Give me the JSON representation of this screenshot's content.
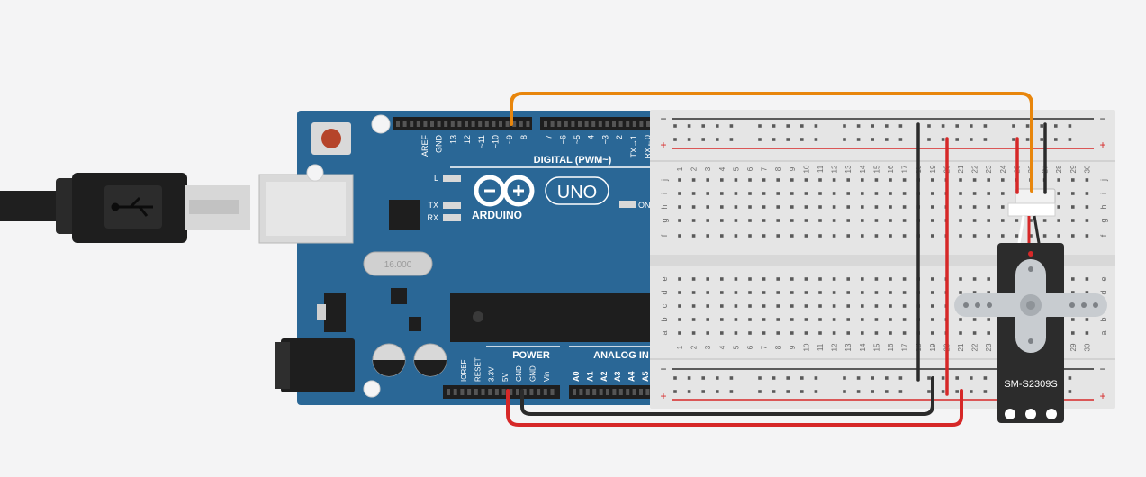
{
  "arduino": {
    "brand": "ARDUINO",
    "model": "UNO",
    "digital_label": "DIGITAL (PWM~)",
    "digital_pins": [
      "AREF",
      "GND",
      "13",
      "12",
      "~11",
      "~10",
      "~9",
      "8",
      "7",
      "~6",
      "~5",
      "4",
      "~3",
      "2",
      "TX→1",
      "RX←0"
    ],
    "power_label": "POWER",
    "power_pins": [
      "IOREF",
      "RESET",
      "3.3V",
      "5V",
      "GND",
      "GND",
      "Vin"
    ],
    "analog_label": "ANALOG IN",
    "analog_pins": [
      "A0",
      "A1",
      "A2",
      "A3",
      "A4",
      "A5"
    ],
    "leds": [
      "L",
      "TX",
      "RX"
    ],
    "on_label": "ON",
    "crystal_label": "16.000"
  },
  "breadboard": {
    "rows_top": [
      "j",
      "i",
      "h",
      "g",
      "f"
    ],
    "rows_bottom": [
      "e",
      "d",
      "c",
      "b",
      "a"
    ],
    "column_count": 30,
    "rail_minus": "−",
    "rail_plus": "+"
  },
  "servo": {
    "label": "SM-S2309S"
  },
  "colors": {
    "background": "#f4f4f5",
    "arduino_board": "#2a6796",
    "breadboard": "#e5e5e5",
    "wire_signal": "#e8860c",
    "wire_power": "#d62828",
    "wire_ground": "#2b2b2b",
    "servo_body": "#2c2c2c",
    "servo_horn": "#c8ccd0"
  }
}
